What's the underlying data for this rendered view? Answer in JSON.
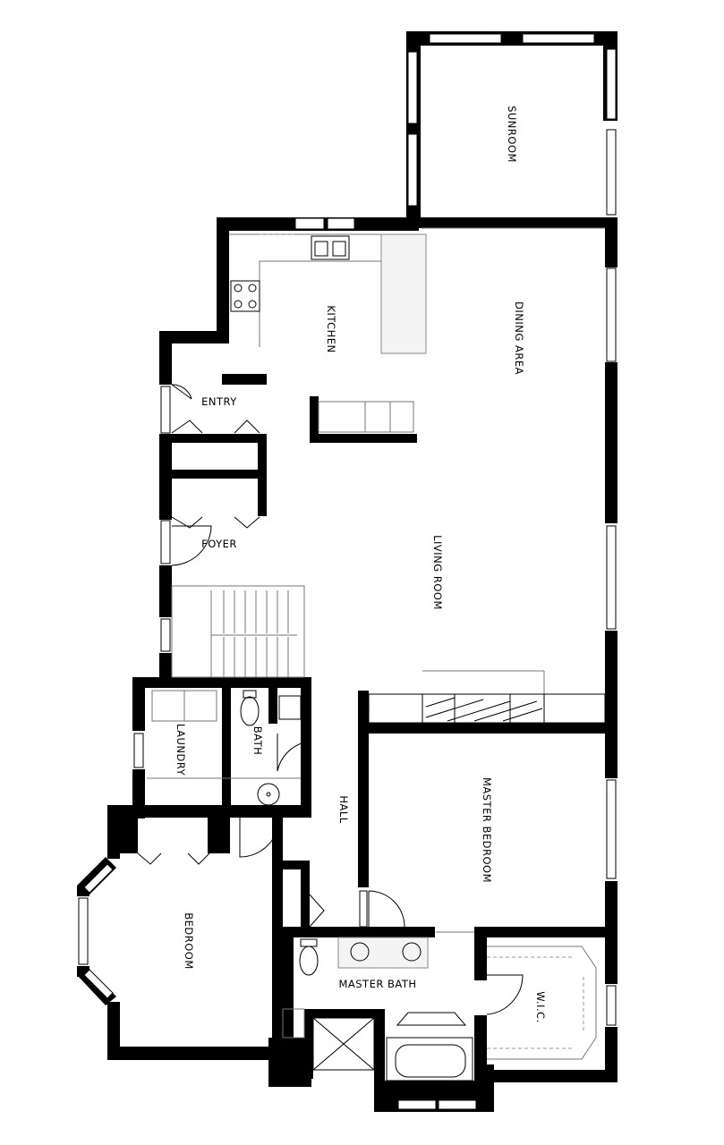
{
  "rooms": {
    "sunroom": "SUNROOM",
    "kitchen": "KITCHEN",
    "dining": "DINING AREA",
    "entry": "ENTRY",
    "foyer": "FOYER",
    "living": "LIVING ROOM",
    "laundry": "LAUNDRY",
    "bath": "BATH",
    "hall": "HALL",
    "master_bedroom": "MASTER BEDROOM",
    "bedroom": "BEDROOM",
    "master_bath": "MASTER BATH",
    "wic": "W.I.C."
  }
}
